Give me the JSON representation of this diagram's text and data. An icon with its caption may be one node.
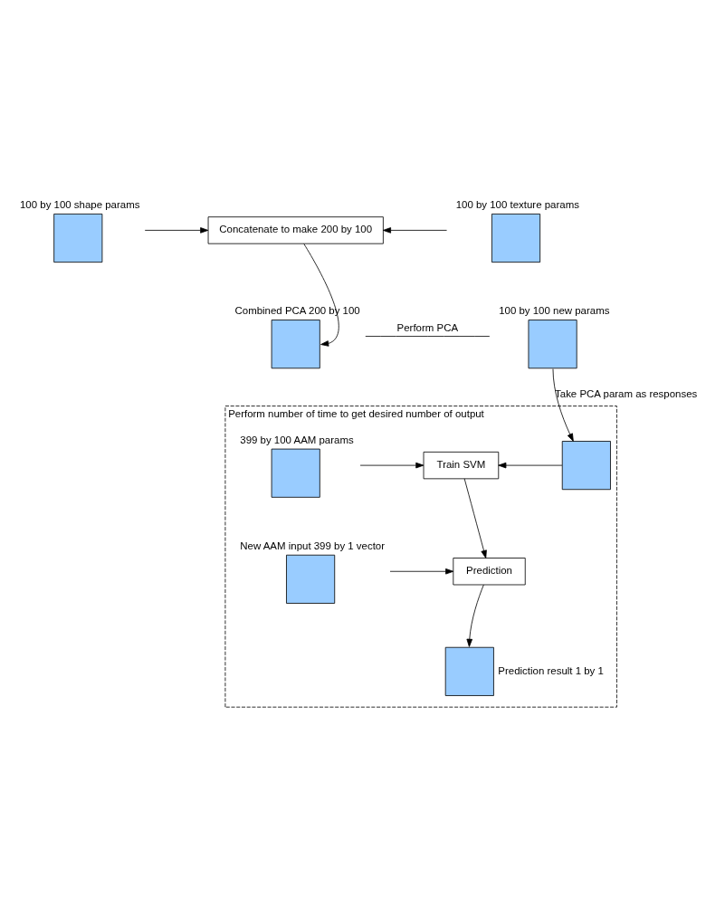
{
  "diagram": {
    "nodes": [
      {
        "text": [
          "100 by 100 shape params"
        ]
      },
      {
        "text": [
          "Concatenate to make 200 by 100"
        ]
      },
      {
        "text": [
          "100 by 100 texture params"
        ]
      },
      {
        "text": [
          "Combined PCA 200 by 100"
        ]
      },
      {
        "text": [
          "100 by 100 new params"
        ]
      },
      {
        "text": [
          "Perform number of time to get desired number of output"
        ]
      },
      {
        "text": [
          "399 by 100 AAM params"
        ],
        "in": 5
      },
      {
        "text": [
          "Train SVM"
        ],
        "in": 5
      },
      {
        "text": [],
        "shape": "box",
        "in": 5
      },
      {
        "text": [
          "New AAM input 399 by 1 vector"
        ],
        "in": 5
      },
      {
        "text": [
          "Prediction"
        ],
        "in": 5
      },
      {
        "text": [
          "Prediction result 1 by 1"
        ],
        "in": 5
      }
    ],
    "edges": [
      {
        "from": 0,
        "to": 1,
        "arrow": "to"
      },
      {
        "from": 2,
        "to": 1,
        "arrow": "to"
      },
      {
        "from": 1,
        "to": 3,
        "arrow": "to"
      },
      {
        "from": 3,
        "to": 4,
        "arrow": "none",
        "label": "Perform PCA"
      },
      {
        "from": 4,
        "to": 8,
        "arrow": "to",
        "label": "Take PCA param as responses"
      },
      {
        "from": 6,
        "to": 7,
        "arrow": "to"
      },
      {
        "from": 8,
        "to": 7,
        "arrow": "to"
      },
      {
        "from": 7,
        "to": 10,
        "arrow": "to"
      },
      {
        "from": 9,
        "to": 10,
        "arrow": "to"
      },
      {
        "from": 10,
        "to": 11,
        "arrow": "to"
      }
    ]
  }
}
